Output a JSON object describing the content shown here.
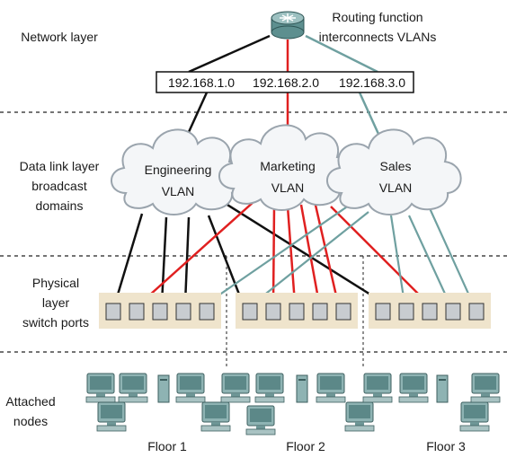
{
  "colors": {
    "engineering": "#111111",
    "marketing": "#e02020",
    "sales": "#6fa0a0",
    "switch_bg": "#efe4cc",
    "cloud_fill": "#f2f4f6",
    "node_fill": "#7fa3a3"
  },
  "layers": {
    "network": "Network layer",
    "datalink_1": "Data link layer",
    "datalink_2": "broadcast",
    "datalink_3": "domains",
    "physical_1": "Physical",
    "physical_2": "layer",
    "physical_3": "switch ports",
    "attached_1": "Attached",
    "attached_2": "nodes"
  },
  "router": {
    "icon": "router-icon",
    "caption_1": "Routing function",
    "caption_2": "interconnects VLANs"
  },
  "subnets": [
    "192.168.1.0",
    "192.168.2.0",
    "192.168.3.0"
  ],
  "vlans": [
    {
      "line1": "Engineering",
      "line2": "VLAN"
    },
    {
      "line1": "Marketing",
      "line2": "VLAN"
    },
    {
      "line1": "Sales",
      "line2": "VLAN"
    }
  ],
  "floors": [
    "Floor 1",
    "Floor 2",
    "Floor 3"
  ]
}
